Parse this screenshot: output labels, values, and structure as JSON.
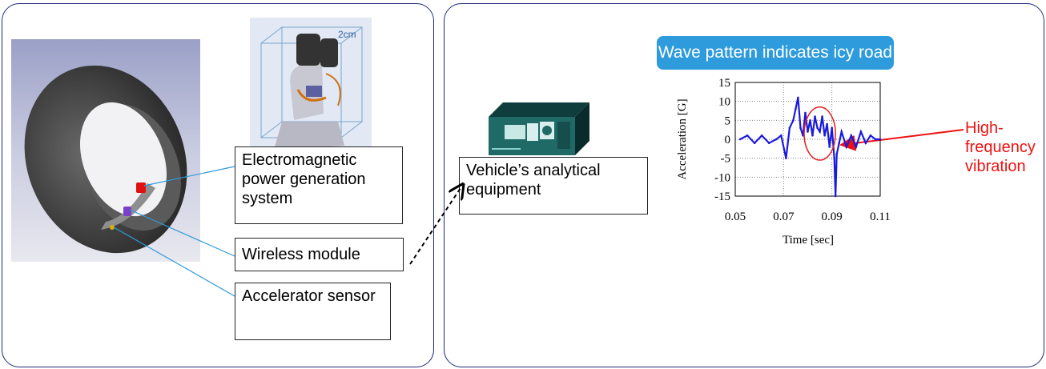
{
  "left_panel": {
    "cube_label": "2cm",
    "callouts": {
      "power": "Electromagnetic power generation system",
      "wireless": "Wireless module",
      "sensor": "Accelerator sensor"
    }
  },
  "right_panel": {
    "equipment_label": "Vehicle’s analytical equipment",
    "badge": "Wave pattern indicates icy road",
    "annotation": "High-frequency vibration"
  },
  "chart_data": {
    "type": "line",
    "title": "",
    "xlabel": "Time [sec]",
    "ylabel": "Acceleration [G]",
    "xlim": [
      0.05,
      0.11
    ],
    "ylim": [
      -15,
      15
    ],
    "xticks": [
      "0.05",
      "0.07",
      "0.09",
      "0.11"
    ],
    "yticks": [
      "15",
      "10",
      "5",
      "0",
      "-5",
      "-10",
      "-15"
    ],
    "grid": true,
    "series": [
      {
        "color": "#1a1adf",
        "x": [
          0.052,
          0.055,
          0.058,
          0.061,
          0.064,
          0.067,
          0.069,
          0.071,
          0.0725,
          0.074,
          0.075,
          0.076,
          0.077,
          0.078,
          0.079,
          0.08,
          0.081,
          0.082,
          0.083,
          0.084,
          0.085,
          0.086,
          0.087,
          0.088,
          0.089,
          0.09,
          0.091,
          0.0915,
          0.092,
          0.093,
          0.094,
          0.096,
          0.098,
          0.1,
          0.102,
          0.104,
          0.106,
          0.108,
          0.11
        ],
        "y": [
          0,
          1,
          -1,
          1,
          -1,
          0,
          1,
          -5,
          3,
          5,
          8,
          11,
          3,
          1,
          7,
          2,
          5,
          1,
          6,
          3,
          2,
          6,
          1,
          4,
          -2,
          3,
          -5,
          -15,
          -4,
          -1,
          2,
          -2,
          1,
          -2,
          2,
          -1,
          1,
          0,
          0
        ]
      }
    ],
    "highlight_circle": {
      "cx": 0.085,
      "cy": 1.5,
      "rx": 0.0065,
      "ry": 7
    }
  }
}
